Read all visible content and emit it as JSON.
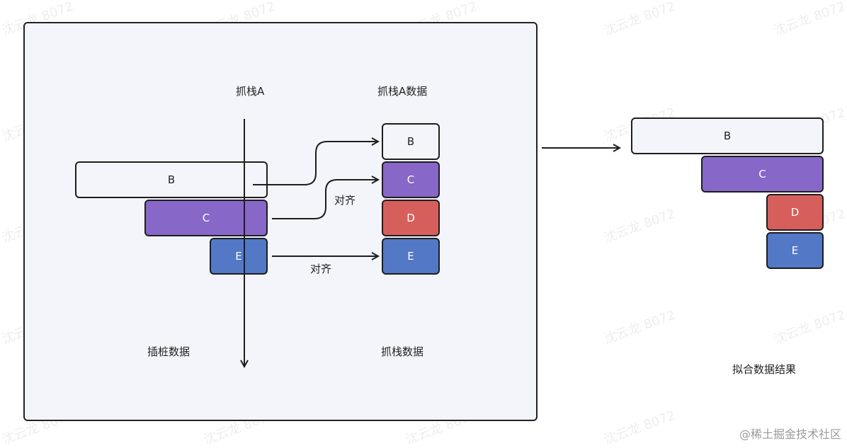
{
  "left_panel": {
    "stack_a_title": "抓栈A",
    "stack_a_data_title": "抓栈A数据",
    "instrumentation_label": "插桩数据",
    "stack_data_label": "抓栈数据",
    "align_label_1": "对齐",
    "align_label_2": "对齐",
    "instr_boxes": {
      "b": "B",
      "c": "C",
      "e": "E"
    },
    "stack_boxes": {
      "b": "B",
      "c": "C",
      "d": "D",
      "e": "E"
    }
  },
  "right_result": {
    "boxes": {
      "b": "B",
      "c": "C",
      "d": "D",
      "e": "E"
    },
    "label": "拟合数据结果"
  },
  "watermark": "沈云龙 8072",
  "footer": "@稀土掘金技术社区",
  "colors": {
    "purple": "#8767c8",
    "red": "#d65f5c",
    "blue": "#5278c6",
    "light": "#f3f5fb"
  }
}
